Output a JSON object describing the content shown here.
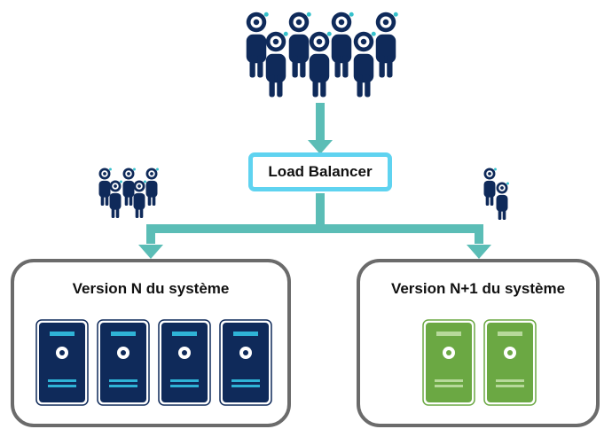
{
  "load_balancer": {
    "label": "Load Balancer",
    "border_color": "#5fd3f0"
  },
  "group_current": {
    "title": "Version N du système",
    "server_count": 4,
    "server_color": "#0f2a5a",
    "accent_color": "#2fb3d6"
  },
  "group_next": {
    "title": "Version N+1 du système",
    "server_count": 2,
    "server_color": "#6ba843",
    "accent_color": "#b7d99a"
  },
  "colors": {
    "arrow": "#5bbdb6",
    "people": "#0f2a5a",
    "person_accent": "#36c1cc",
    "box_border": "#6b6b6b"
  },
  "users": {
    "large_group_icon": "users-crowd-icon",
    "small_group_icon": "users-group-icon",
    "pair_icon": "users-pair-icon"
  }
}
